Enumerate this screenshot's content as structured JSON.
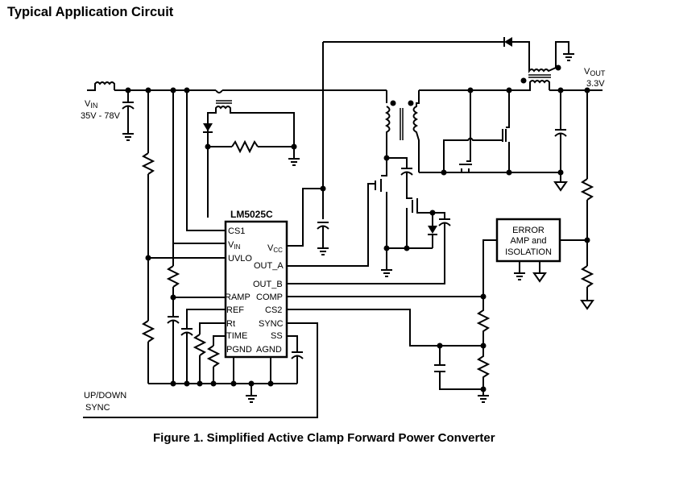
{
  "page": {
    "heading": "Typical Application Circuit",
    "caption": "Figure 1.  Simplified Active Clamp Forward Power Converter"
  },
  "schematic": {
    "vin": {
      "label_main": "V",
      "label_sub": "IN",
      "range": "35V - 78V"
    },
    "vout": {
      "label_main": "V",
      "label_sub": "OUT",
      "value": "3.3V"
    },
    "ic": {
      "name": "LM5025C",
      "left_pins": [
        {
          "main": "CS1",
          "sub": ""
        },
        {
          "main": "V",
          "sub": "IN"
        },
        {
          "main": "UVLO",
          "sub": ""
        },
        {
          "main": "RAMP",
          "sub": ""
        },
        {
          "main": "REF",
          "sub": ""
        },
        {
          "main": "Rt",
          "sub": ""
        },
        {
          "main": "TIME",
          "sub": ""
        },
        {
          "main": "PGND",
          "sub": ""
        }
      ],
      "right_pins": [
        {
          "main": "V",
          "sub": "CC"
        },
        {
          "main": "OUT_A",
          "sub": ""
        },
        {
          "main": "OUT_B",
          "sub": ""
        },
        {
          "main": "COMP",
          "sub": ""
        },
        {
          "main": "CS2",
          "sub": ""
        },
        {
          "main": "SYNC",
          "sub": ""
        },
        {
          "main": "SS",
          "sub": ""
        },
        {
          "main": "AGND",
          "sub": ""
        }
      ]
    },
    "error_amp": {
      "line1": "ERROR",
      "line2": "AMP and",
      "line3": "ISOLATION"
    },
    "sync_input": {
      "line1": "UP/DOWN",
      "line2": "SYNC"
    }
  }
}
